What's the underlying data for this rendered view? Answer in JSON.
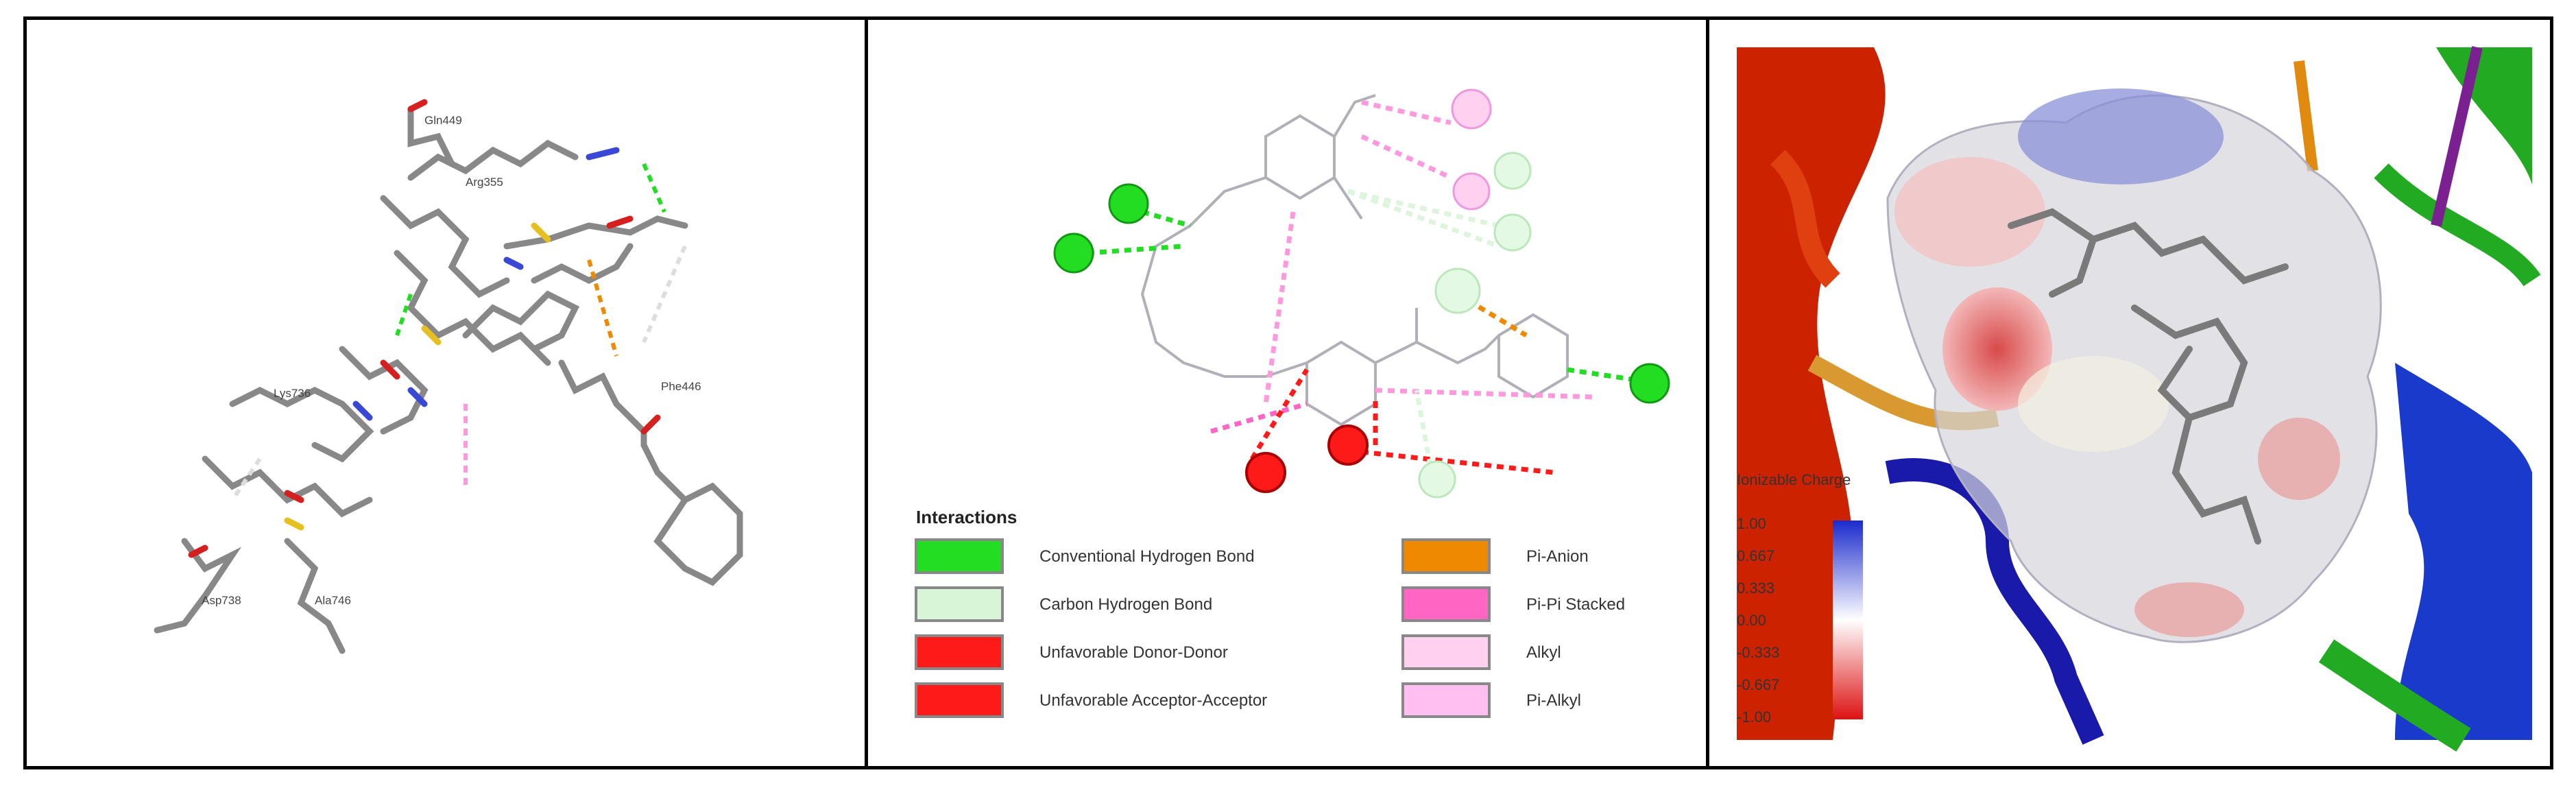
{
  "panel_left": {
    "residue_labels": [
      "Gln449",
      "Arg355",
      "Lys736",
      "Phe446",
      "Asp738",
      "Ala746"
    ]
  },
  "panel_middle": {
    "legend_title": "Interactions",
    "legend_items": [
      {
        "label": "Conventional Hydrogen Bond",
        "color": "#22dd22"
      },
      {
        "label": "Carbon Hydrogen Bond",
        "color": "#d8f5d8"
      },
      {
        "label": "Unfavorable Donor-Donor",
        "color": "#ff1a1a"
      },
      {
        "label": "Unfavorable Acceptor-Acceptor",
        "color": "#ff1a1a"
      },
      {
        "label": "Pi-Anion",
        "color": "#ef8a00"
      },
      {
        "label": "Pi-Pi Stacked",
        "color": "#ff66c4"
      },
      {
        "label": "Alkyl",
        "color": "#ffd0f0"
      },
      {
        "label": "Pi-Alkyl",
        "color": "#ffbff0"
      }
    ]
  },
  "panel_right": {
    "colorbar_title": "Ionizable Charge",
    "colorbar_ticks": [
      "1.00",
      "0.667",
      "0.333",
      "0.00",
      "-0.333",
      "-0.667",
      "-1.00"
    ]
  },
  "colors": {
    "conventional_hbond": "#22dd22",
    "unfavorable": "#ff1a1a",
    "pi_anion": "#ef8a00",
    "pi_pi": "#ff66c4",
    "alkyl": "#ffd0f0",
    "helix_red": "#cc2200",
    "helix_blue": "#1a1aaa",
    "helix_green": "#22aa22"
  }
}
